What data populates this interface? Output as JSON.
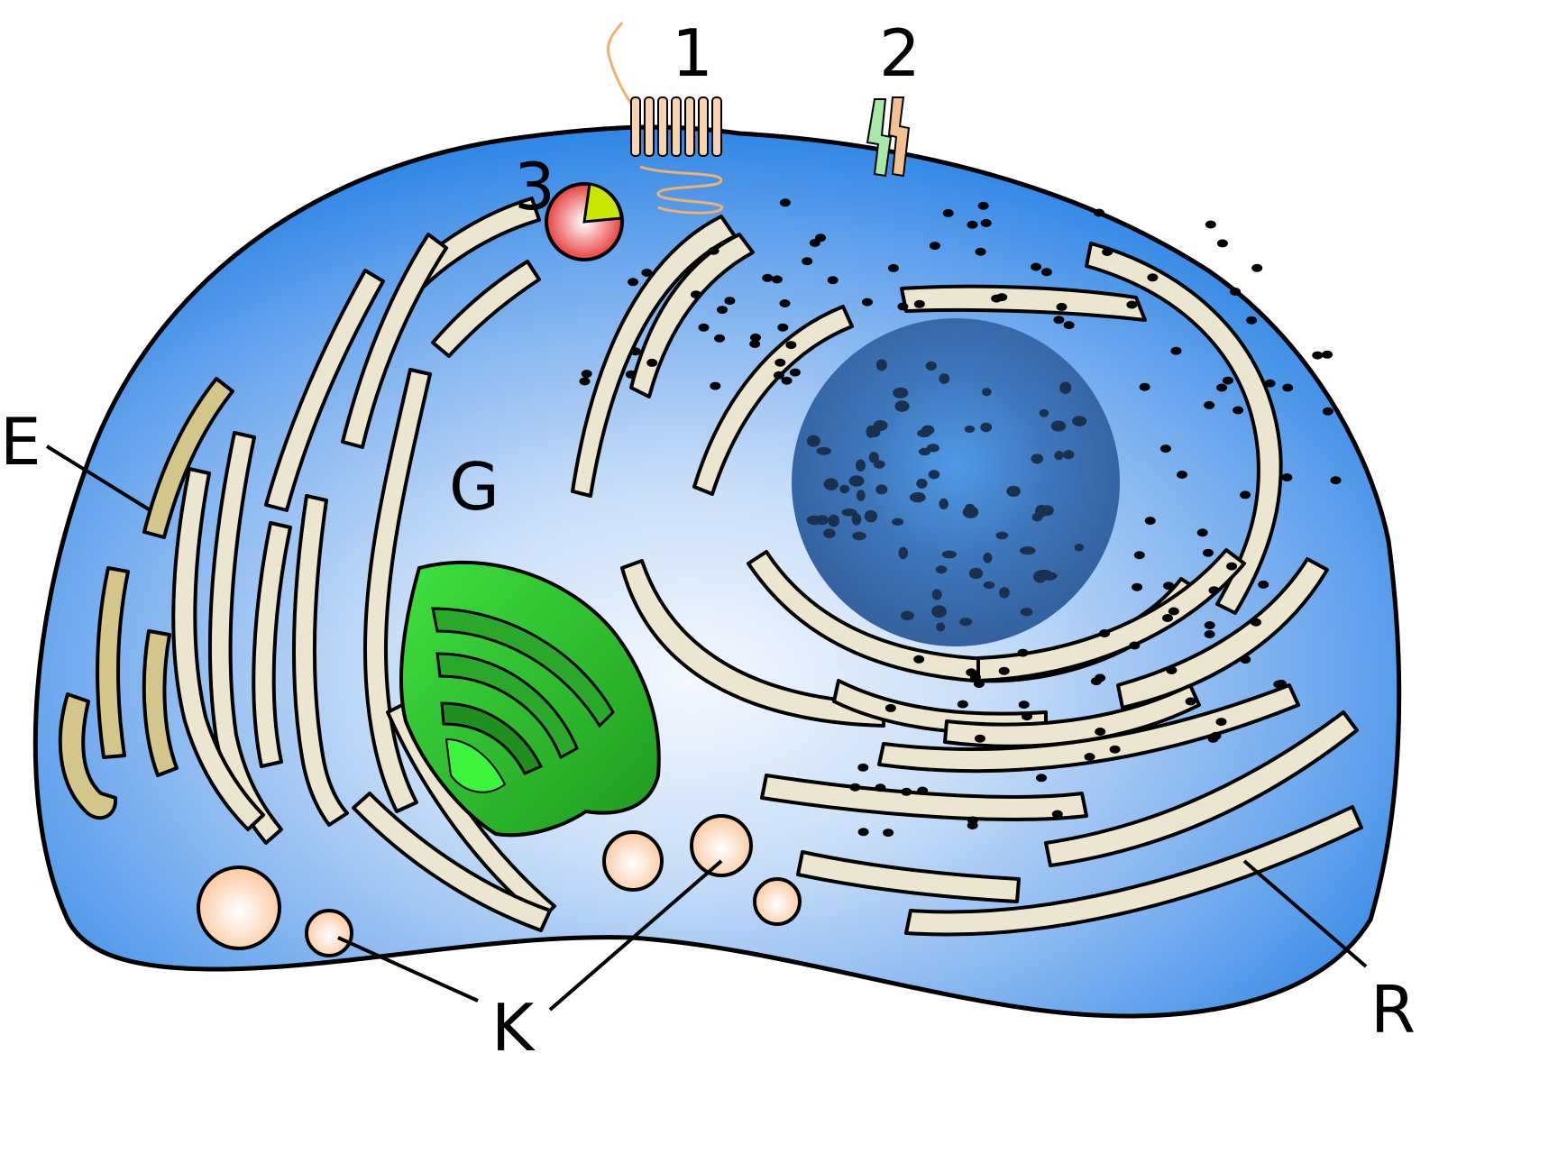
{
  "labels": {
    "receptor_1": "1",
    "receptor_2": "2",
    "vesicle_3": "3",
    "E": "E",
    "G": "G",
    "K": "K",
    "R": "R"
  },
  "colors": {
    "cytoplasm": "#2f86e6",
    "cytoplasm_light": "#eef5fd",
    "nucleus": "#3c69a8",
    "nucleus_center": "#4f9ae6",
    "golgi_fill": "#2ecf2e",
    "golgi_dark": "#1f8f1f",
    "er_fill": "#ece5cf",
    "er_dark": "#d4c68a",
    "vesicle": "#fcd7b8",
    "receptor_orange": "#f4c090",
    "receptor_green": "#a6e8a6",
    "lysosome_red": "#e83a3a",
    "lysosome_yellow": "#c8e600"
  }
}
